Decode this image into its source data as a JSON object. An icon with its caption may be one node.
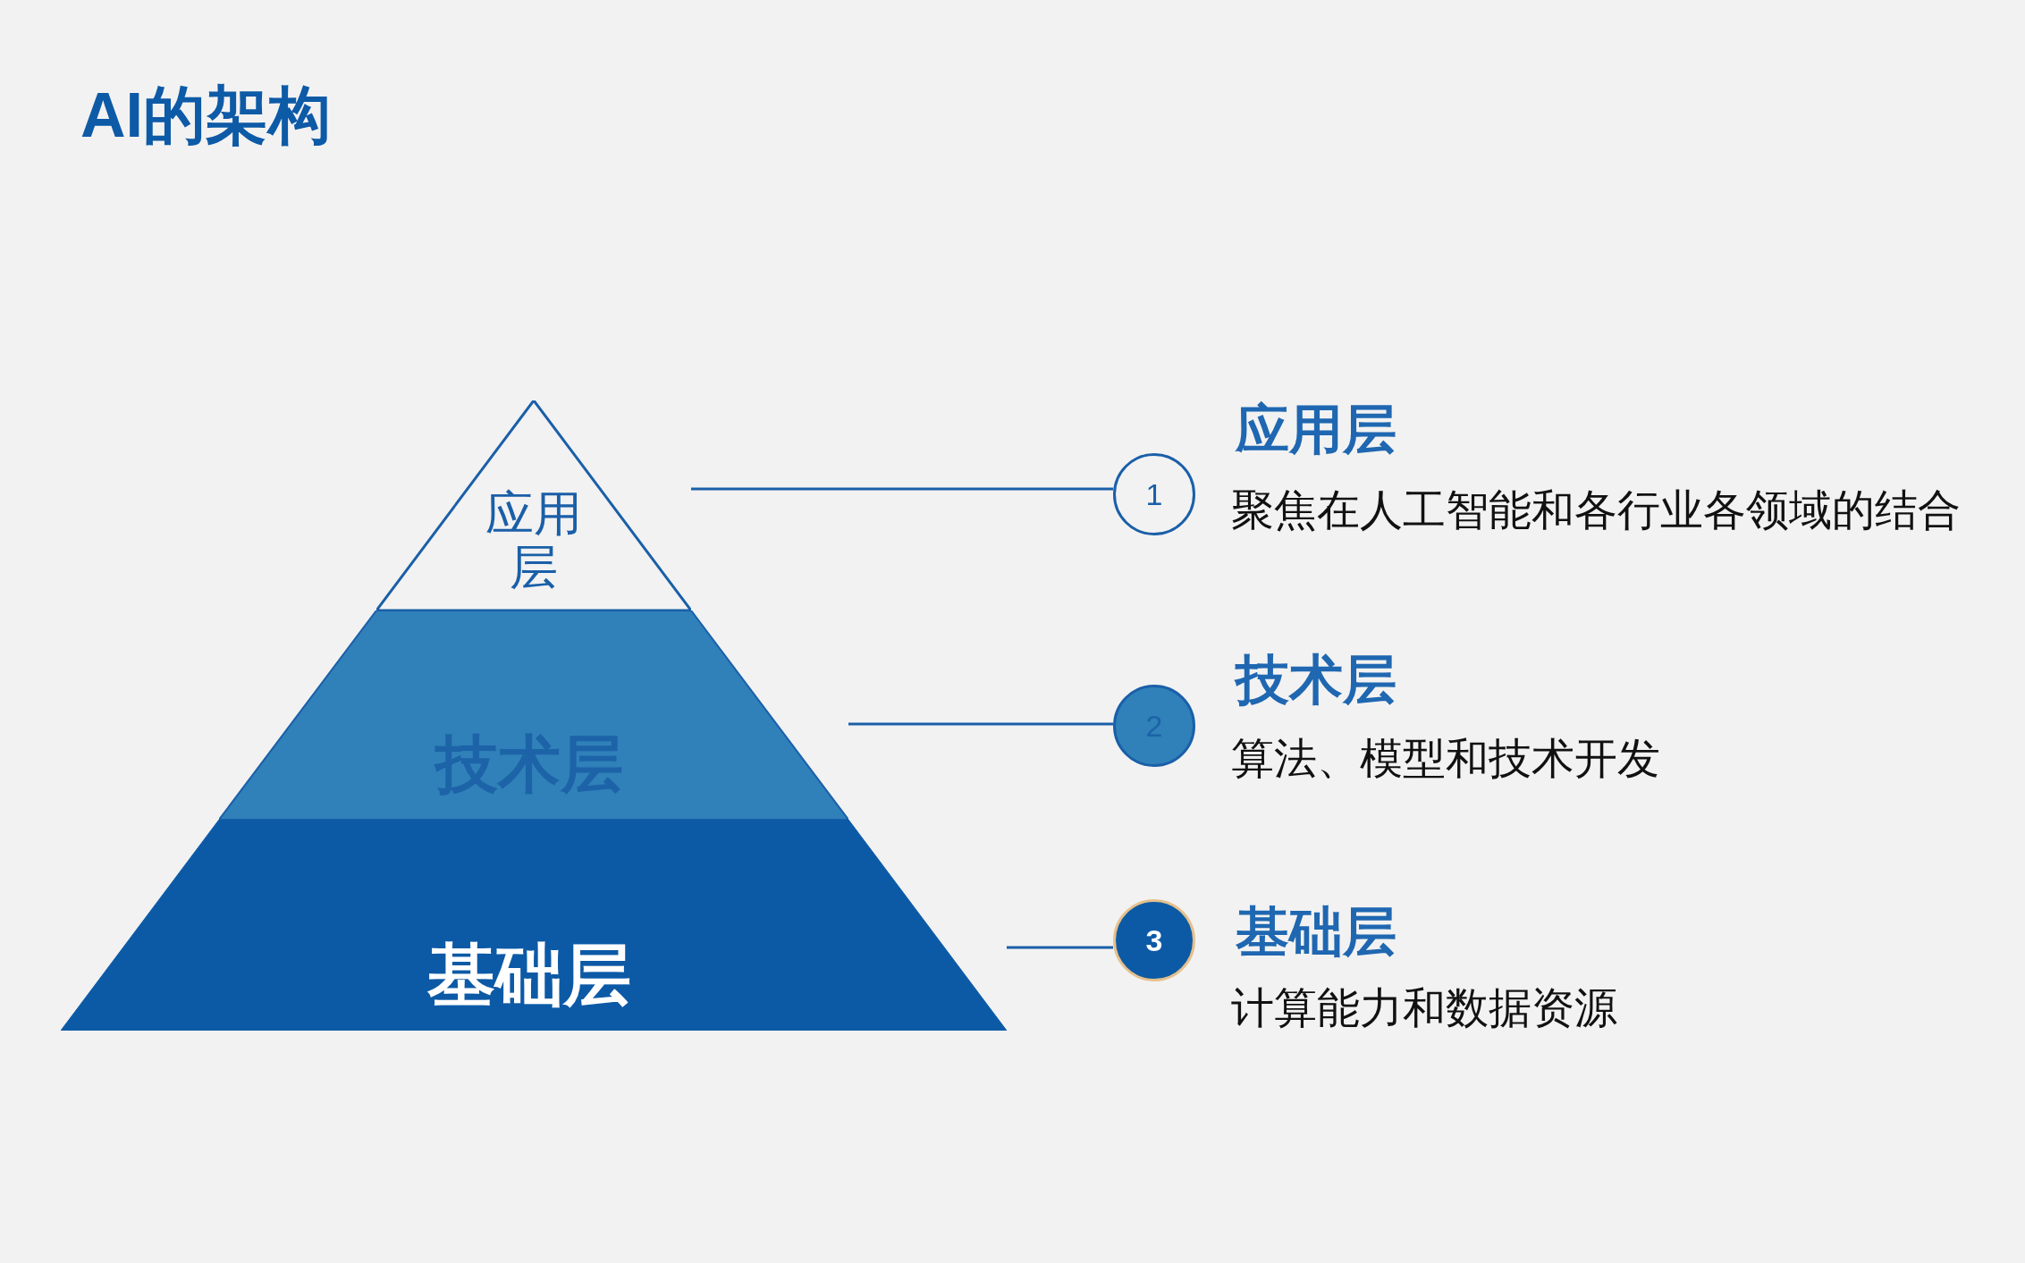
{
  "diagram": {
    "title": "AI的架构",
    "nodes": [
      {
        "text": [
          "应用层"
        ]
      },
      {
        "text": [
          "技术层"
        ]
      },
      {
        "text": [
          "基础层"
        ]
      },
      {
        "text": [
          "1"
        ],
        "beside": [
          "应用层",
          "聚焦在人工智能和各行业各领域的结合"
        ]
      },
      {
        "text": [
          "2"
        ],
        "beside": [
          "技术层",
          "算法、模型和技术开发"
        ]
      },
      {
        "text": [
          "3"
        ],
        "beside": [
          "基础层",
          "计算能力和数据资源"
        ]
      }
    ],
    "edges": [
      {
        "from": 0,
        "to": 3,
        "arrow": "none"
      },
      {
        "from": 1,
        "to": 4,
        "arrow": "none"
      },
      {
        "from": 2,
        "to": 5,
        "arrow": "none"
      }
    ]
  }
}
